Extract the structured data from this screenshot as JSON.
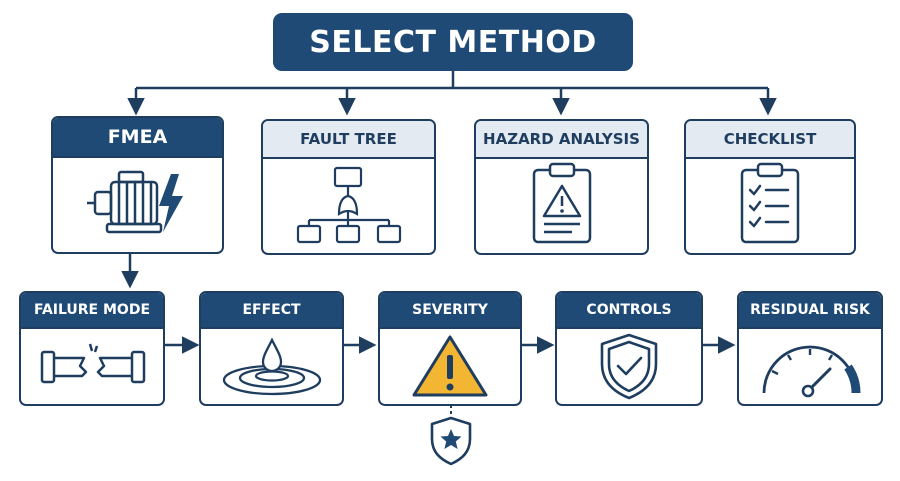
{
  "top": {
    "label": "SELECT METHOD"
  },
  "methods": [
    {
      "label": "FMEA",
      "icon": "motor-bolt-icon"
    },
    {
      "label": "FAULT TREE",
      "icon": "fault-tree-icon"
    },
    {
      "label": "HAZARD ANALYSIS",
      "icon": "hazard-clipboard-icon"
    },
    {
      "label": "CHECKLIST",
      "icon": "checklist-icon"
    }
  ],
  "steps": [
    {
      "label": "FAILURE MODE",
      "icon": "broken-pipe-icon"
    },
    {
      "label": "EFFECT",
      "icon": "ripple-drop-icon"
    },
    {
      "label": "SEVERITY",
      "icon": "warning-triangle-icon"
    },
    {
      "label": "CONTROLS",
      "icon": "shield-check-icon"
    },
    {
      "label": "RESIDUAL RISK",
      "icon": "gauge-icon"
    }
  ],
  "extra": {
    "icon": "shield-star-icon"
  },
  "colors": {
    "navy": "#1f4a75",
    "outline": "#1f3e5f",
    "header_light": "#e4eaf1",
    "accent_yellow": "#f2b632",
    "white": "#ffffff"
  }
}
